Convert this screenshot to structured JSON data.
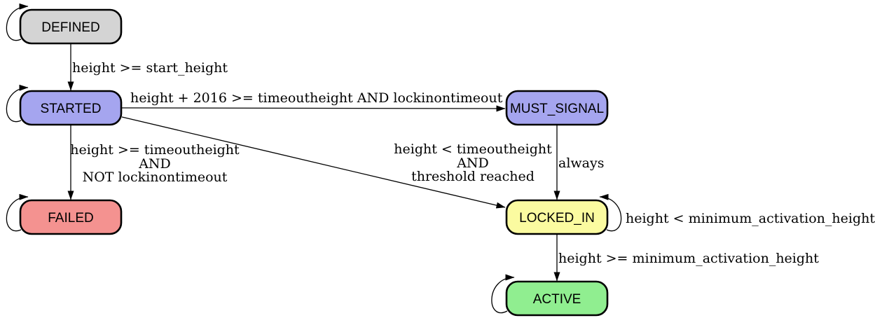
{
  "diagram": {
    "kind": "state-machine",
    "background": "#ffffff",
    "colors": {
      "edge": "#000000",
      "text": "#000000",
      "node_border": "#000000"
    },
    "nodes": [
      {
        "id": "defined",
        "label": "DEFINED",
        "fill": "#d4d4d4"
      },
      {
        "id": "started",
        "label": "STARTED",
        "fill": "#a5a5ef"
      },
      {
        "id": "must_signal",
        "label": "MUST_SIGNAL",
        "fill": "#a5a5ef"
      },
      {
        "id": "failed",
        "label": "FAILED",
        "fill": "#f49290"
      },
      {
        "id": "locked_in",
        "label": "LOCKED_IN",
        "fill": "#fbfba0"
      },
      {
        "id": "active",
        "label": "ACTIVE",
        "fill": "#90ee90"
      }
    ],
    "edges": {
      "defined_started": {
        "label": "height >= start_height"
      },
      "started_must_signal": {
        "label": "height + 2016 >= timeoutheight AND lockinontimeout"
      },
      "started_failed": {
        "lines": [
          "height >= timeoutheight",
          "AND",
          "NOT lockinontimeout"
        ]
      },
      "started_locked_in": {
        "lines": [
          "height < timeoutheight",
          "AND",
          "threshold reached"
        ]
      },
      "must_signal_locked_in": {
        "label": "always"
      },
      "locked_in_self": {
        "label": "height < minimum_activation_height"
      },
      "locked_in_active": {
        "label": "height >= minimum_activation_height"
      },
      "defined_self": {
        "label": ""
      },
      "started_self": {
        "label": ""
      },
      "failed_self": {
        "label": ""
      },
      "active_self": {
        "label": ""
      }
    }
  }
}
